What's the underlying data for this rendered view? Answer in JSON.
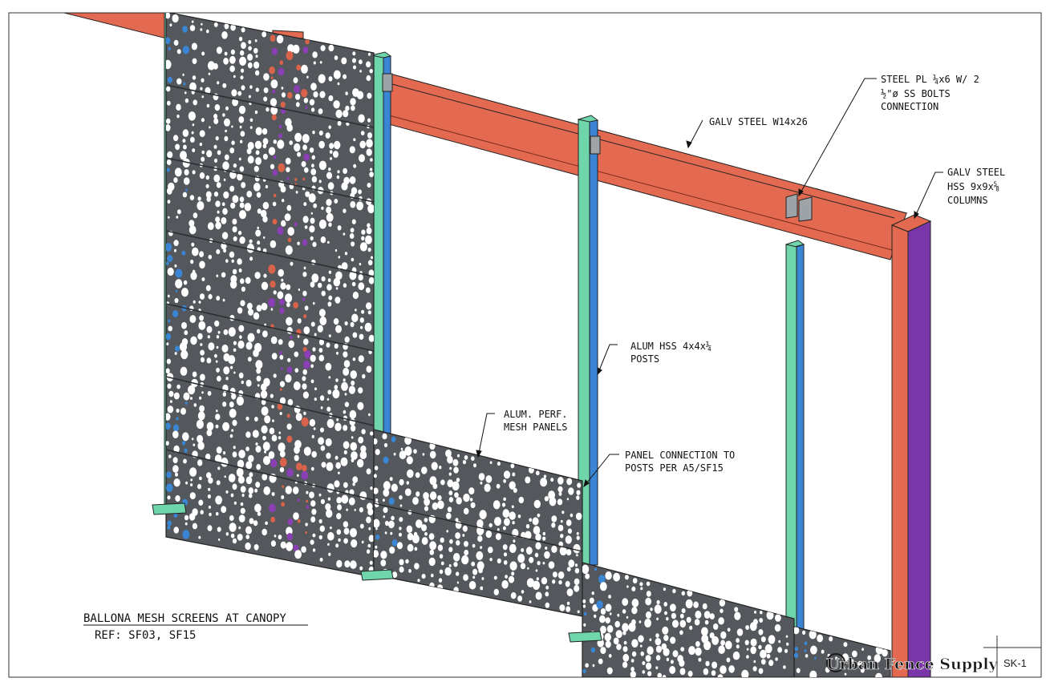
{
  "drawing": {
    "title": "BALLONA MESH SCREENS AT CANOPY",
    "reference": "REF: SF03, SF15",
    "sheet_number": "SK-1",
    "company_logo": "Urban Fence Supply"
  },
  "callouts": {
    "beam": "GALV STEEL W14x26",
    "plate_line1": "STEEL PL ¼x6 W/ 2",
    "plate_line2": "½\"ø SS BOLTS",
    "plate_line3": "CONNECTION",
    "column_line1": "GALV STEEL",
    "column_line2": "HSS 9x9x⅝",
    "column_line3": "COLUMNS",
    "post_line1": "ALUM HSS 4x4x¼",
    "post_line2": "POSTS",
    "panels_line1": "ALUM. PERF.",
    "panels_line2": "MESH PANELS",
    "connection_line1": "PANEL CONNECTION TO",
    "connection_line2": "POSTS PER A5/SF15"
  },
  "colors": {
    "steel_beam": "#e36a51",
    "steel_beam_dark": "#c8553f",
    "column_side": "#7a35a8",
    "post_front": "#6fd6ab",
    "post_side": "#3a86d4",
    "panel": "#54585c",
    "panel_edge": "#2b2e31",
    "perforation": "#ffffff",
    "accent_red": "#d9634a",
    "accent_purple": "#8a3fb5",
    "accent_blue": "#3a86d4"
  }
}
